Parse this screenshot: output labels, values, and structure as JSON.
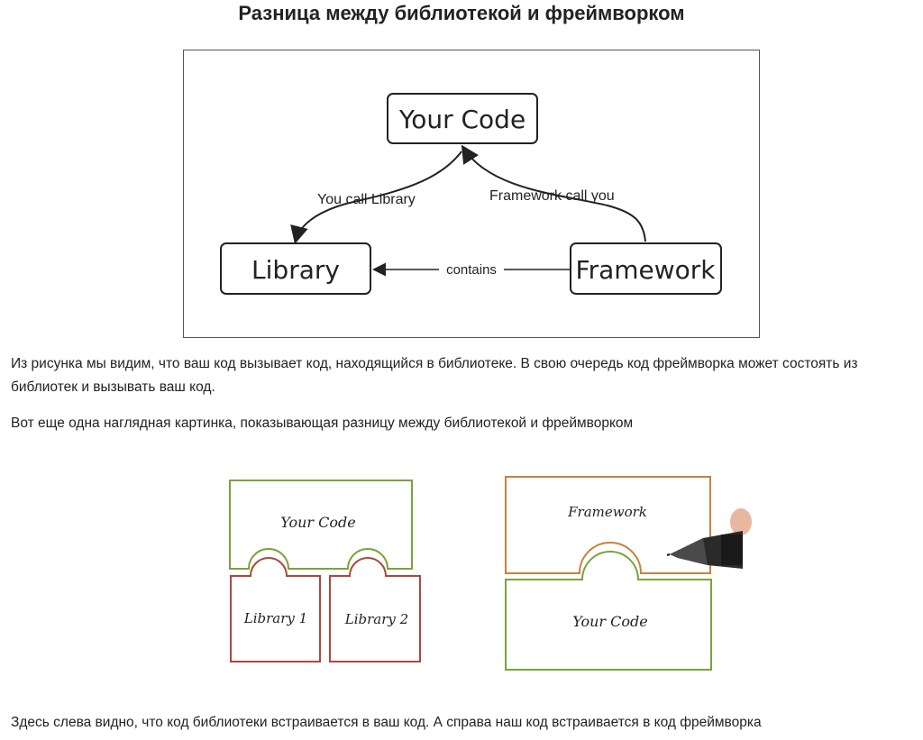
{
  "article": {
    "title": "Разница между библиотекой и фреймворком",
    "figure1": {
      "your_code": "Your Code",
      "library": "Library",
      "framework": "Framework",
      "you_call_library": "You call Library",
      "framework_call_you": "Framework call you",
      "contains": "contains"
    },
    "paragraph1": "Из рисунка мы видим, что ваш код вызывает код, находящийся в библиотеке. В свою очередь код фреймворка может состоять из библиотек и вызывать ваш код.",
    "paragraph2": "Вот еще одна наглядная картинка, показывающая разницу между библиотекой и фреймворком",
    "figure2": {
      "your_code_left": "Your Code",
      "library1": "Library 1",
      "library2": "Library 2",
      "framework": "Framework",
      "your_code_right": "Your Code"
    },
    "paragraph3": "Здесь слева видно, что код библиотеки встраивается в ваш код. А справа наш код встраивается в код фреймворка"
  },
  "colors": {
    "green": "#7aa33a",
    "red": "#a84a3e",
    "orange": "#c9803f",
    "stroke": "#222222"
  },
  "icons": [
    "stylus-pen-icon",
    "arrow-head-icon"
  ]
}
